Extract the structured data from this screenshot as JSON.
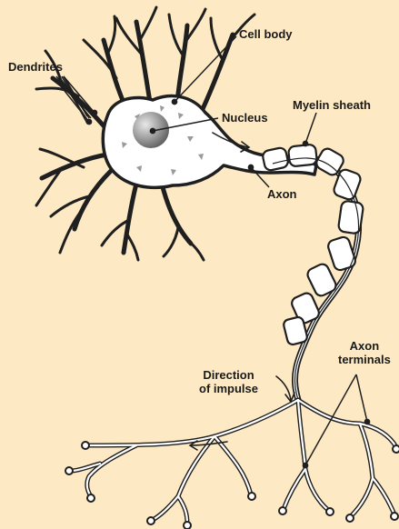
{
  "diagram": {
    "labels": {
      "cell_body": "Cell body",
      "dendrites": "Dendrites",
      "nucleus": "Nucleus",
      "myelin_sheath": "Myelin sheath",
      "axon": "Axon",
      "direction_line1": "Direction",
      "direction_line2": "of impulse",
      "terminals_line1": "Axon",
      "terminals_line2": "terminals"
    },
    "colors": {
      "background": "#fde9c4",
      "outline": "#1f1f1f",
      "cell_fill": "#ffffff",
      "nucleus_fill": "#8a8a8a"
    }
  }
}
